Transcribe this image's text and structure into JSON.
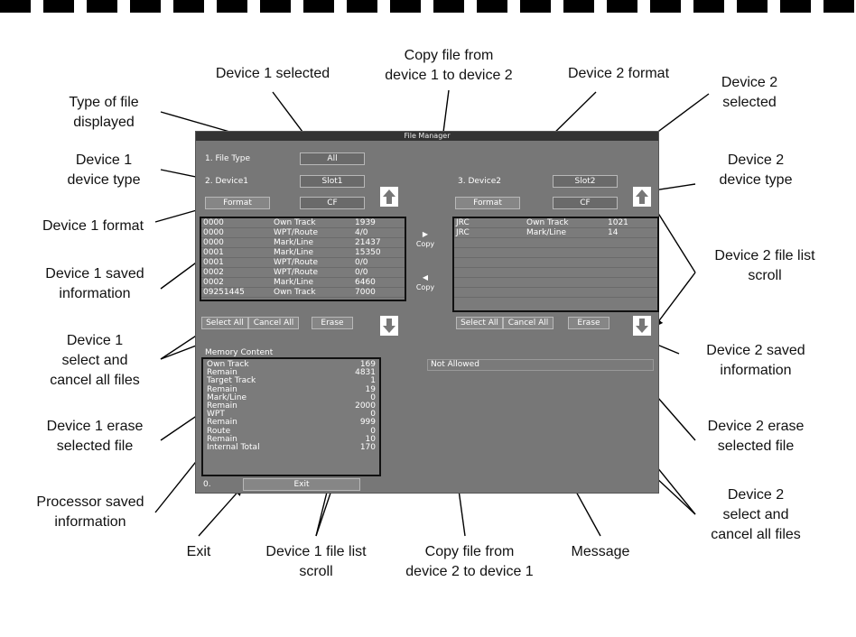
{
  "callouts": {
    "device1_selected": "Device 1 selected",
    "copy_1_to_2": "Copy file from\ndevice 1 to device 2",
    "device2_format": "Device 2 format",
    "device2_selected": "Device 2\nselected",
    "type_of_file": "Type of file\ndisplayed",
    "device1_type": "Device 1\ndevice type",
    "device2_type": "Device 2\ndevice type",
    "device1_format": "Device 1 format",
    "device2_scroll": "Device 2 file list\nscroll",
    "device1_saved": "Device 1 saved\ninformation",
    "device1_select_cancel": "Device 1\nselect and\ncancel all files",
    "device2_saved": "Device 2 saved\ninformation",
    "device1_erase": "Device 1 erase\nselected file",
    "device2_erase": "Device 2 erase\nselected file",
    "processor_saved": "Processor saved\ninformation",
    "device2_select_cancel": "Device 2\nselect and\ncancel all files",
    "exit": "Exit",
    "device1_scroll": "Device 1 file list\nscroll",
    "copy_2_to_1": "Copy file from\ndevice 2 to device 1",
    "message": "Message"
  },
  "screen": {
    "title": "File Manager",
    "file_type_label": "1. File Type",
    "file_type_value": "All",
    "device1_label": "2. Device1",
    "device1_slot": "Slot1",
    "device1_format": "Format",
    "device1_type": "CF",
    "device2_label": "3. Device2",
    "device2_slot": "Slot2",
    "device2_format": "Format",
    "device2_type": "CF",
    "copy_right_label": "Copy",
    "copy_left_label": "Copy",
    "device1_files": [
      {
        "id": "0000",
        "kind": "Own Track",
        "size": "1939"
      },
      {
        "id": "0000",
        "kind": "WPT/Route",
        "size": "4/0"
      },
      {
        "id": "0000",
        "kind": "Mark/Line",
        "size": "21437"
      },
      {
        "id": "0001",
        "kind": "Mark/Line",
        "size": "15350"
      },
      {
        "id": "0001",
        "kind": "WPT/Route",
        "size": "0/0"
      },
      {
        "id": "0002",
        "kind": "WPT/Route",
        "size": "0/0"
      },
      {
        "id": "0002",
        "kind": "Mark/Line",
        "size": "6460"
      },
      {
        "id": "09251445",
        "kind": "Own Track",
        "size": "7000"
      }
    ],
    "device2_files": [
      {
        "id": "JRC",
        "kind": "Own Track",
        "size": "1021"
      },
      {
        "id": "JRC",
        "kind": "Mark/Line",
        "size": "14"
      },
      {
        "id": "",
        "kind": "",
        "size": ""
      },
      {
        "id": "",
        "kind": "",
        "size": ""
      },
      {
        "id": "",
        "kind": "",
        "size": ""
      },
      {
        "id": "",
        "kind": "",
        "size": ""
      },
      {
        "id": "",
        "kind": "",
        "size": ""
      },
      {
        "id": "",
        "kind": "",
        "size": ""
      }
    ],
    "select_all": "Select All",
    "cancel_all": "Cancel All",
    "erase": "Erase",
    "select_all_2": "Select All",
    "cancel_all_2": "Cancel All",
    "erase_2": "Erase",
    "memory_title": "Memory Content",
    "memory_rows": [
      {
        "label": "Own Track",
        "value": "169"
      },
      {
        "label": " Remain",
        "value": "4831"
      },
      {
        "label": "Target Track",
        "value": "1"
      },
      {
        "label": " Remain",
        "value": "19"
      },
      {
        "label": "Mark/Line",
        "value": "0"
      },
      {
        "label": " Remain",
        "value": "2000"
      },
      {
        "label": "WPT",
        "value": "0"
      },
      {
        "label": " Remain",
        "value": "999"
      },
      {
        "label": "Route",
        "value": "0"
      },
      {
        "label": " Remain",
        "value": "10"
      },
      {
        "label": "Internal Total",
        "value": "170"
      }
    ],
    "message": "Not Allowed",
    "exit_number": "0.",
    "exit_label": "Exit"
  }
}
